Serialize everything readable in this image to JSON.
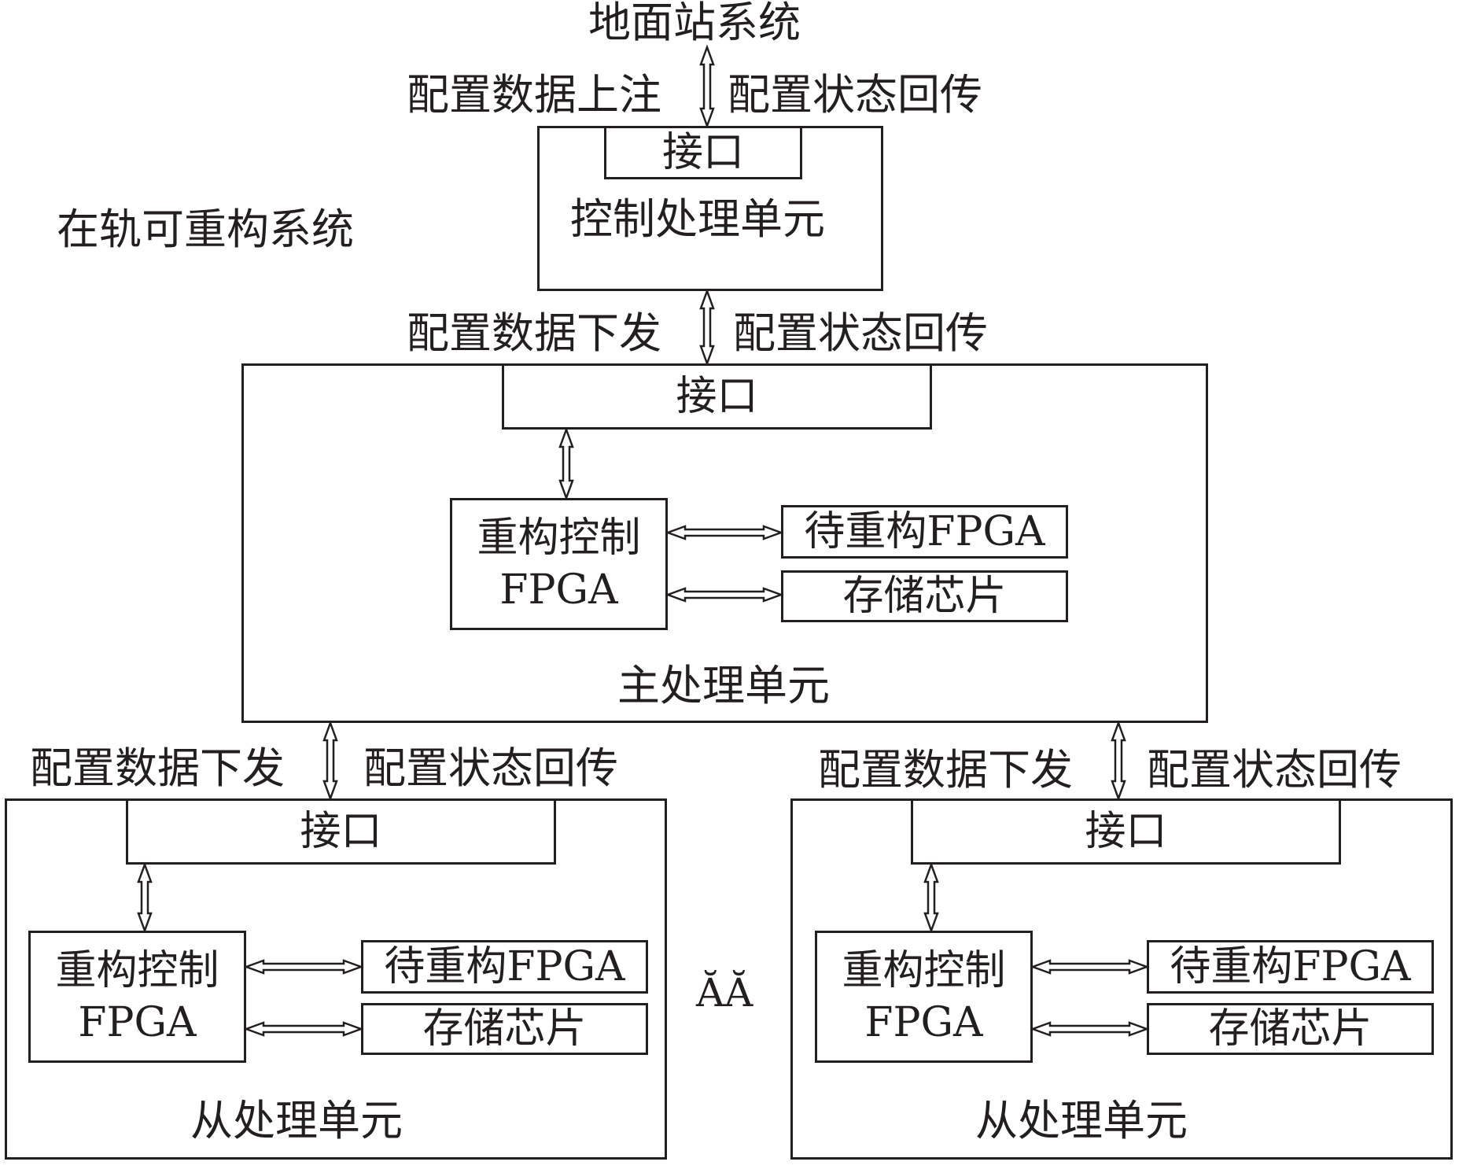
{
  "ground_station": "地面站系统",
  "system_label": "在轨可重构系统",
  "uplink_label": "配置数据上注",
  "downlink_label": "配置数据下发",
  "status_return_label": "配置状态回传",
  "interface_label": "接口",
  "control_unit_label": "控制处理单元",
  "main_unit_label": "主处理单元",
  "slave_unit_label": "从处理单元",
  "reconfig_fpga_line1": "重构控制",
  "reconfig_fpga_line2": "FPGA",
  "target_fpga_label": "待重构FPGA",
  "storage_label": "存储芯片",
  "ellipsis": "ĂĂ",
  "colors": {
    "line": "#231f20",
    "background": "#ffffff"
  }
}
